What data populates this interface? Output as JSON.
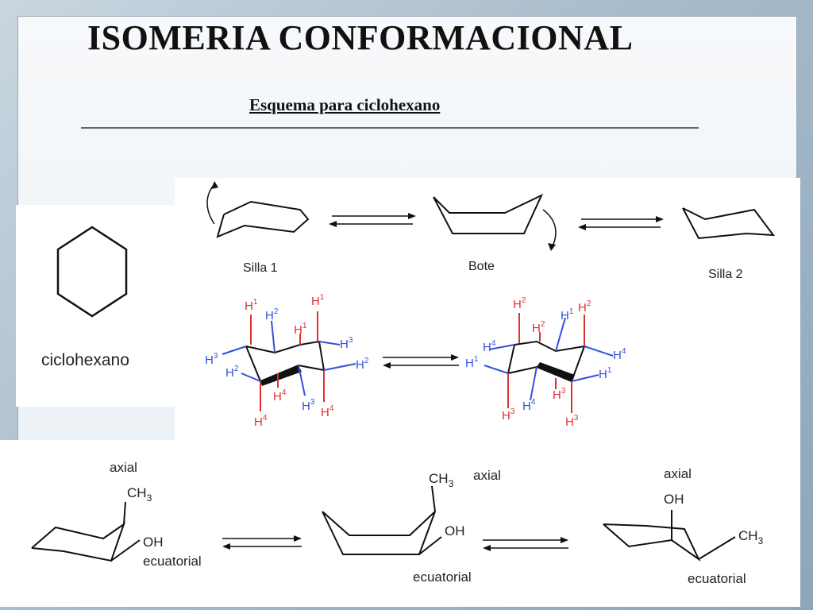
{
  "title": "ISOMERIA CONFORMACIONAL",
  "subtitle": "Esquema para ciclohexano",
  "cyclohexane_label": "ciclohexano",
  "conformations": {
    "silla1": "Silla 1",
    "bote": "Bote",
    "silla2": "Silla 2"
  },
  "hydrogens": {
    "h1": "H",
    "h2": "H",
    "h3": "H",
    "h4": "H",
    "sup1": "1",
    "sup2": "2",
    "sup3": "3",
    "sup4": "4"
  },
  "substituents": {
    "axial": "axial",
    "ecuatorial": "ecuatorial",
    "ch3": "CH",
    "ch3_sub": "3",
    "oh": "OH"
  },
  "colors": {
    "red_h": "#e03030",
    "blue_h": "#3050e0",
    "bond": "#111111"
  }
}
